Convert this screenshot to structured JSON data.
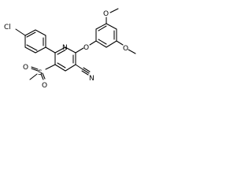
{
  "structure": {
    "atoms": {
      "cl": "Cl",
      "ring_n": "N",
      "ether_o": "O",
      "methoxy_top_o": "O",
      "methoxy_bottom_o": "O",
      "sulfur": "S",
      "sulfonyl_o_left": "O",
      "sulfonyl_o_bottom": "O",
      "nitrile_n": "N"
    },
    "colors": {
      "bond": "#000000",
      "label": "#000000",
      "background": "#ffffff"
    }
  }
}
